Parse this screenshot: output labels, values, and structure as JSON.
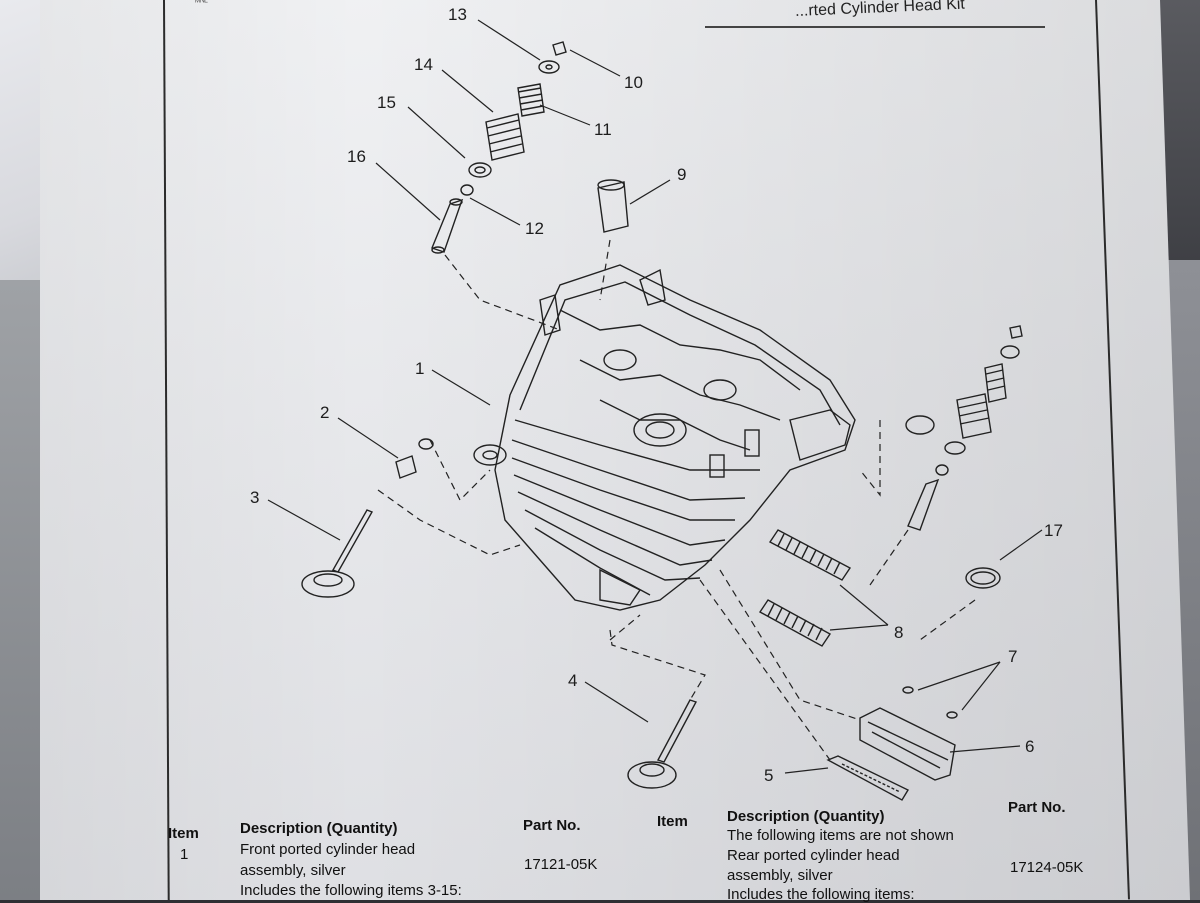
{
  "document": {
    "title": "...rted Cylinder Head Kit",
    "margin_scribble": "ᴹᴺᴸ"
  },
  "callouts": [
    "1",
    "2",
    "3",
    "4",
    "5",
    "6",
    "7",
    "8",
    "9",
    "10",
    "11",
    "12",
    "13",
    "14",
    "15",
    "16",
    "17"
  ],
  "table": {
    "left": {
      "headers": {
        "item": "Item",
        "description": "Description (Quantity)",
        "part_no": "Part No."
      },
      "rows": [
        {
          "item": "1",
          "description": [
            "Front ported cylinder head",
            "assembly, silver",
            "Includes the following items 3-15:"
          ],
          "part_no": "17121-05K"
        }
      ]
    },
    "right": {
      "headers": {
        "item": "Item",
        "description": "Description (Quantity)",
        "part_no": "Part No."
      },
      "note": "The following items are not shown",
      "rows": [
        {
          "item": "",
          "description": [
            "Rear ported cylinder head",
            "assembly, silver",
            "Includes the following items:"
          ],
          "part_no": "17124-05K"
        }
      ]
    }
  },
  "colors": {
    "paper": "#eceef0",
    "ink": "#1d1d1d",
    "background": "#2e2f33"
  }
}
